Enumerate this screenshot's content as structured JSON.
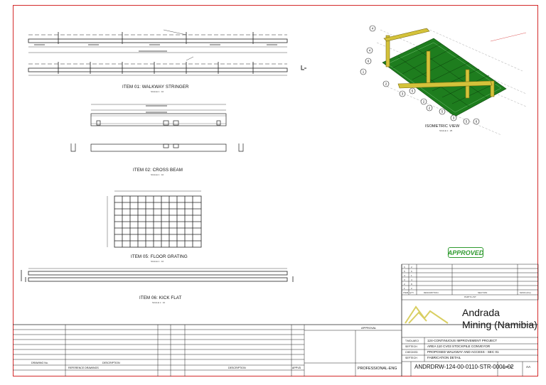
{
  "drawing": {
    "item01_title": "ITEM 01: WALKWAY STRINGER",
    "item01_scale": "SCALE 1 : 10",
    "item02_title": "ITEM 02: CROSS BEAM",
    "item02_scale": "SCALE 1 : 10",
    "item05_title": "ITEM 05: FLOOR GRATING",
    "item05_scale": "SCALE 1 : 10",
    "item06_title": "ITEM 06: KICK FLAT",
    "item06_scale": "SCALE 1 : 10",
    "iso_title": "ISOMETRIC VIEW",
    "iso_scale": "SCALE 1 : 25"
  },
  "balloons": [
    "1",
    "2",
    "3",
    "4",
    "5",
    "6"
  ],
  "stamp": {
    "label": "APPROVED"
  },
  "parts_list": {
    "header": [
      "ITEM",
      "QTY",
      "DESCRIPTION",
      "SECTION",
      "MASS (KG)"
    ],
    "footer": "PARTS LIST",
    "rows": [
      [
        "6",
        "2",
        "",
        "",
        ""
      ],
      [
        "5",
        "6",
        "",
        "",
        ""
      ],
      [
        "4",
        "1",
        "",
        "",
        ""
      ],
      [
        "3",
        "4",
        "",
        "",
        ""
      ],
      [
        "2",
        "8",
        "",
        "",
        ""
      ],
      [
        "1",
        "2",
        "",
        "",
        ""
      ]
    ]
  },
  "company": {
    "line1": "Andrada",
    "line2": "Mining (Namibia)"
  },
  "title_block": {
    "role_labels": [
      "T.MOLAECI",
      "SEFTECH",
      "CHECKED",
      "SEFTECH"
    ],
    "project_lines": [
      "124-CONTINUOUS IMPROVEMENT PROJECT",
      "AREA 110 CV03 STOCKPILE CONVEYOR",
      "PROPOSED WALKWAY AND ACCESS - SEC 01",
      "FABRICATION DETAIL"
    ],
    "drawing_number": "ANDRDRW-124-00-0110-STR-0001-02",
    "sheet": "2 OF 2",
    "revision": "AA",
    "approval_header": "APPROVAL",
    "professional": "PROFESSIONAL-ENG"
  },
  "revision_table": {
    "left_label_1": "DRAWING No.",
    "left_label_2": "DESCRIPTION",
    "bottom_left": "REFERENCE DRAWINGS",
    "bottom_desc": "DESCRIPTION",
    "bottom_appvd": "APPVD"
  }
}
